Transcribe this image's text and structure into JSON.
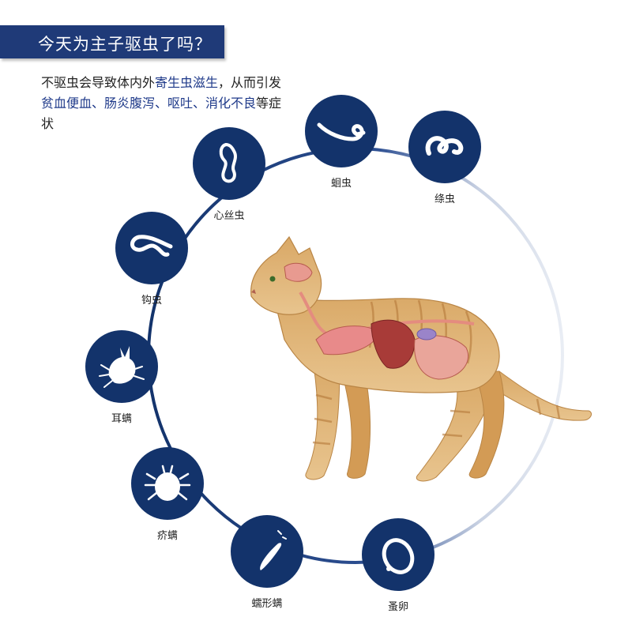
{
  "banner": {
    "title": "今天为主子驱虫了吗？"
  },
  "description": {
    "p1": "不驱虫会导致体内外",
    "h1": "寄生虫滋生",
    "p2": "，从而引发",
    "h2": "贫血便血、肠炎腹泻、呕吐、消化不良",
    "p3": "等症状"
  },
  "parasites": {
    "roundworm": "蛔虫",
    "tapeworm": "绦虫",
    "heartworm": "心丝虫",
    "hookworm": "钩虫",
    "ear_mite": "耳螨",
    "scabies_mite": "疥螨",
    "demodex_mite": "蠕形螨",
    "flea_egg": "蚤卵"
  },
  "colors": {
    "brand": "#13336b",
    "accent_text": "#1f3a8a"
  }
}
